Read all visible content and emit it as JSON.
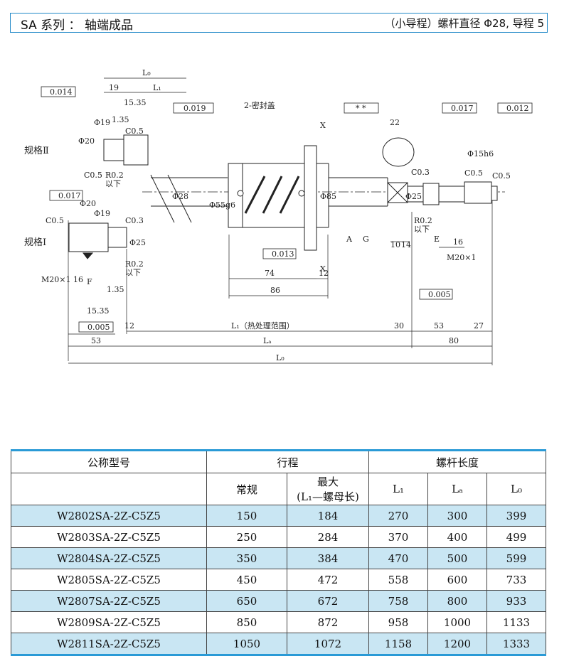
{
  "header": {
    "title": "SA 系列 ： 轴端成品",
    "subtitle": "（小导程）螺杆直径 Φ28, 导程 5"
  },
  "drawing": {
    "spec2_label": "规格Ⅱ",
    "spec1_label": "规格Ⅰ",
    "seal_label": "2-密封盖",
    "heat_label": "L₁（热处理范围）",
    "tol": {
      "a_0014": "0.014",
      "a_0017": "0.017",
      "a_0019": "0.019",
      "g_star": "* *",
      "a_0013": "0.013",
      "e_0005": "0.005",
      "f_0005": "0.005",
      "r_0017": "0.017",
      "r_0012": "0.012"
    },
    "letters": {
      "A": "A",
      "G": "G",
      "E": "E",
      "F": "F",
      "X": "X"
    },
    "dims": {
      "L0": "L₀",
      "L1": "L₁",
      "La": "Lₐ",
      "d19": "19",
      "d1535": "15.35",
      "d135": "1.35",
      "phi19": "Φ19",
      "phi20": "Φ20",
      "phi25": "Φ25",
      "phi28": "Φ28",
      "phi55g6": "Φ55g6",
      "phi85": "Φ85",
      "phi15h6": "Φ15h6",
      "c05": "C0.5",
      "c03": "C0.3",
      "r02": "R0.2",
      "yixia": "以下",
      "m20": "M20×1",
      "d16": "16",
      "d12": "12",
      "d74": "74",
      "d86": "86",
      "d22": "22",
      "d10": "10",
      "d14": "14",
      "d30": "30",
      "d53": "53",
      "d27": "27",
      "d80": "80"
    }
  },
  "table": {
    "col_model": "公称型号",
    "col_travel": "行程",
    "col_normal": "常规",
    "col_max_line1": "最大",
    "col_max_line2": "(L₁—螺母长)",
    "col_length": "螺杆长度",
    "col_l1": "L₁",
    "col_la": "Lₐ",
    "col_l0": "L₀",
    "rows": [
      {
        "model": "W2802SA-2Z-C5Z5",
        "normal": "150",
        "max": "184",
        "l1": "270",
        "la": "300",
        "l0": "399"
      },
      {
        "model": "W2803SA-2Z-C5Z5",
        "normal": "250",
        "max": "284",
        "l1": "370",
        "la": "400",
        "l0": "499"
      },
      {
        "model": "W2804SA-2Z-C5Z5",
        "normal": "350",
        "max": "384",
        "l1": "470",
        "la": "500",
        "l0": "599"
      },
      {
        "model": "W2805SA-2Z-C5Z5",
        "normal": "450",
        "max": "472",
        "l1": "558",
        "la": "600",
        "l0": "733"
      },
      {
        "model": "W2807SA-2Z-C5Z5",
        "normal": "650",
        "max": "672",
        "l1": "758",
        "la": "800",
        "l0": "933"
      },
      {
        "model": "W2809SA-2Z-C5Z5",
        "normal": "850",
        "max": "872",
        "l1": "958",
        "la": "1000",
        "l0": "1133"
      },
      {
        "model": "W2811SA-2Z-C5Z5",
        "normal": "1050",
        "max": "1072",
        "l1": "1158",
        "la": "1200",
        "l0": "1333"
      }
    ]
  }
}
